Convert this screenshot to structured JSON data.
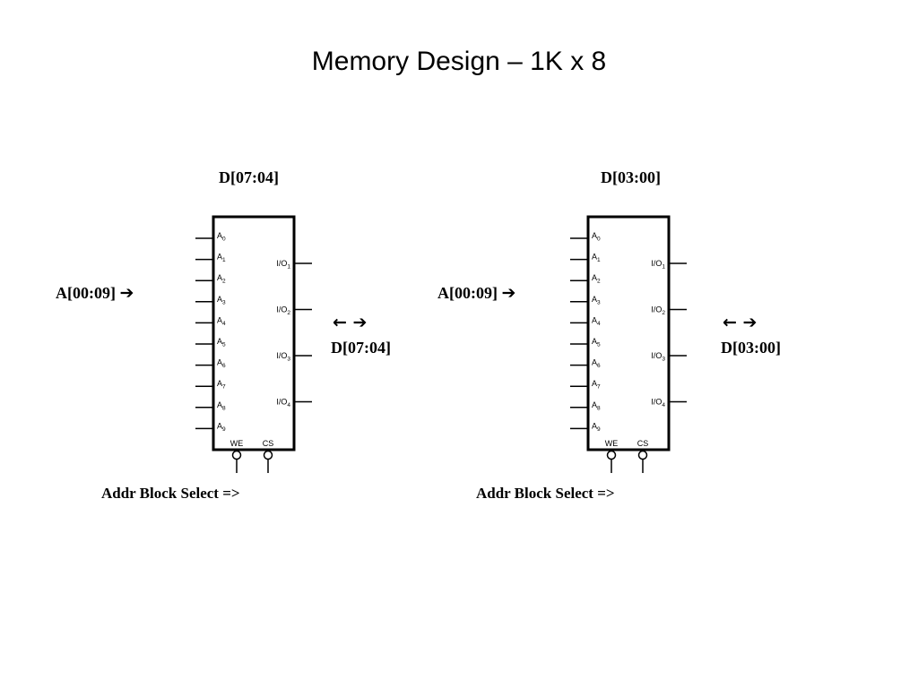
{
  "title": "Memory Design – 1K x 8",
  "chips": [
    {
      "data_label_top": "D[07:04]",
      "addr_label": "A[00:09]",
      "addr_arrow": "➔",
      "bidir_arrows": "← ➔",
      "data_label_right": "D[07:04]",
      "select_label": "Addr Block Select =>"
    },
    {
      "data_label_top": "D[03:00]",
      "addr_label": "A[00:09]",
      "addr_arrow": "➔",
      "bidir_arrows": "← ➔",
      "data_label_right": "D[03:00]",
      "select_label": "Addr Block Select =>"
    }
  ],
  "address_pins": [
    {
      "name": "A",
      "sub": "0"
    },
    {
      "name": "A",
      "sub": "1"
    },
    {
      "name": "A",
      "sub": "2"
    },
    {
      "name": "A",
      "sub": "3"
    },
    {
      "name": "A",
      "sub": "4"
    },
    {
      "name": "A",
      "sub": "5"
    },
    {
      "name": "A",
      "sub": "6"
    },
    {
      "name": "A",
      "sub": "7"
    },
    {
      "name": "A",
      "sub": "8"
    },
    {
      "name": "A",
      "sub": "9"
    }
  ],
  "io_pins": [
    {
      "name": "I/O",
      "sub": "1"
    },
    {
      "name": "I/O",
      "sub": "2"
    },
    {
      "name": "I/O",
      "sub": "3"
    },
    {
      "name": "I/O",
      "sub": "4"
    }
  ],
  "control_pins": [
    {
      "name": "WE"
    },
    {
      "name": "CS"
    }
  ]
}
